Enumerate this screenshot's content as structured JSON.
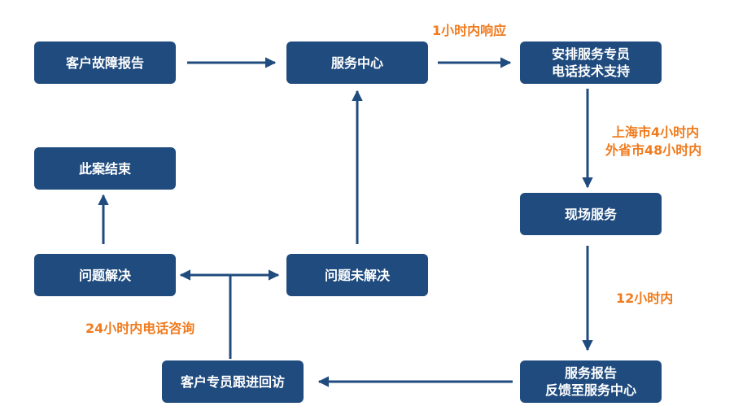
{
  "colors": {
    "box": "#1f4b7e",
    "box_text": "#ffffff",
    "arrow": "#1f4b7e",
    "note": "#f07b1e"
  },
  "nodes": {
    "customer_report": "客户故障报告",
    "service_center": "服务中心",
    "arrange_line1": "安排服务专员",
    "arrange_line2": "电话技术支持",
    "closed": "此案结束",
    "onsite": "现场服务",
    "solved": "问题解决",
    "unsolved": "问题未解决",
    "followup": "客户专员跟进回访",
    "report_line1": "服务报告",
    "report_line2": "反馈至服务中心"
  },
  "notes": {
    "response": "1小时内响应",
    "shanghai": "上海市4小时内",
    "other_province": "外省市48小时内",
    "twelve_hours": "12小时内",
    "phone_consult": "24小时内电话咨询"
  }
}
